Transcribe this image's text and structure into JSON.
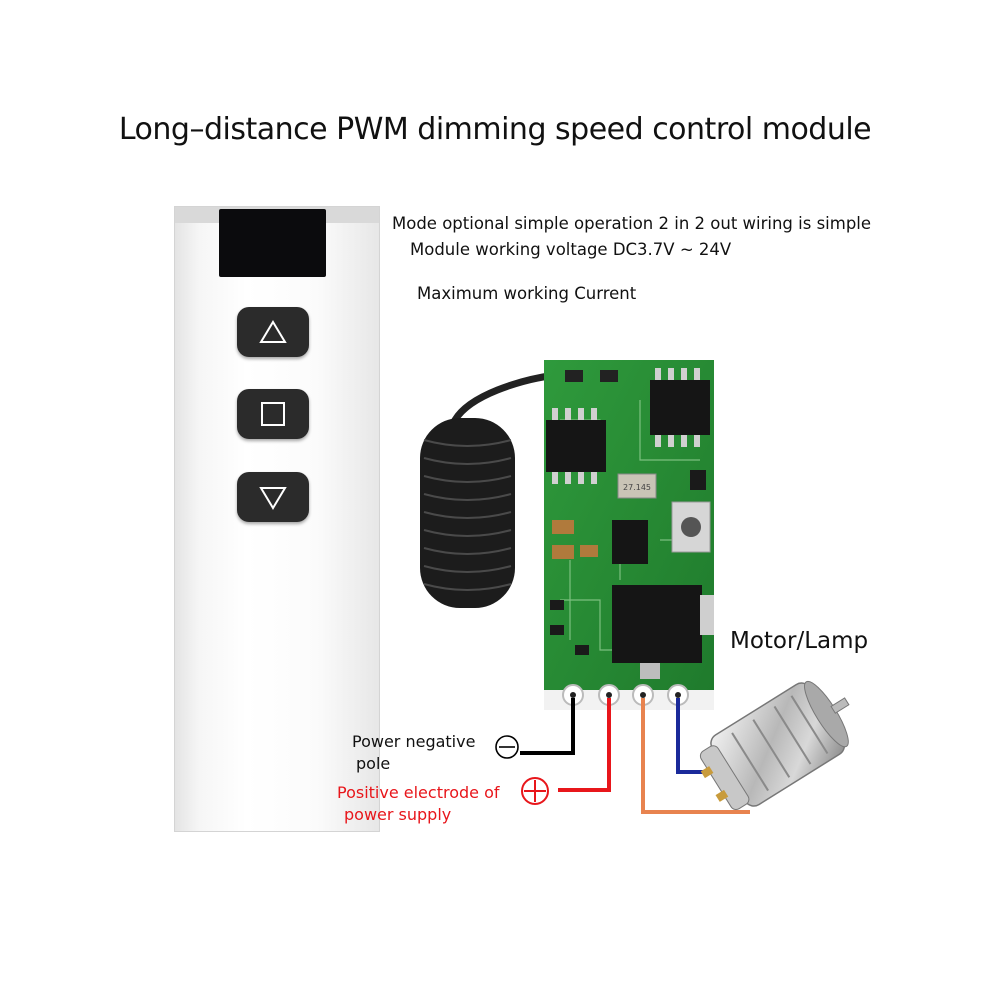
{
  "title": "Long–distance PWM dimming speed control module",
  "specs": {
    "line1": "Mode optional simple operation 2 in 2 out wiring is simple",
    "line2": "Module working voltage DC3.7V ~ 24V",
    "line3": "Maximum working Current"
  },
  "labels": {
    "motor_lamp": "Motor/Lamp",
    "negative_line1": "Power negative",
    "negative_line2": "pole",
    "positive_line1": "Positive electrode of",
    "positive_line2": "power supply"
  },
  "component_marking": "27.145",
  "wire_colors": {
    "negative": "#000000",
    "positive": "#e8161b",
    "motor_a": "#e8834f",
    "motor_b": "#1a2a9a"
  },
  "icons": {
    "up": "triangle-up-icon",
    "stop": "square-stop-icon",
    "down": "triangle-down-icon",
    "minus": "minus-circle-icon",
    "plus": "plus-circle-icon"
  }
}
